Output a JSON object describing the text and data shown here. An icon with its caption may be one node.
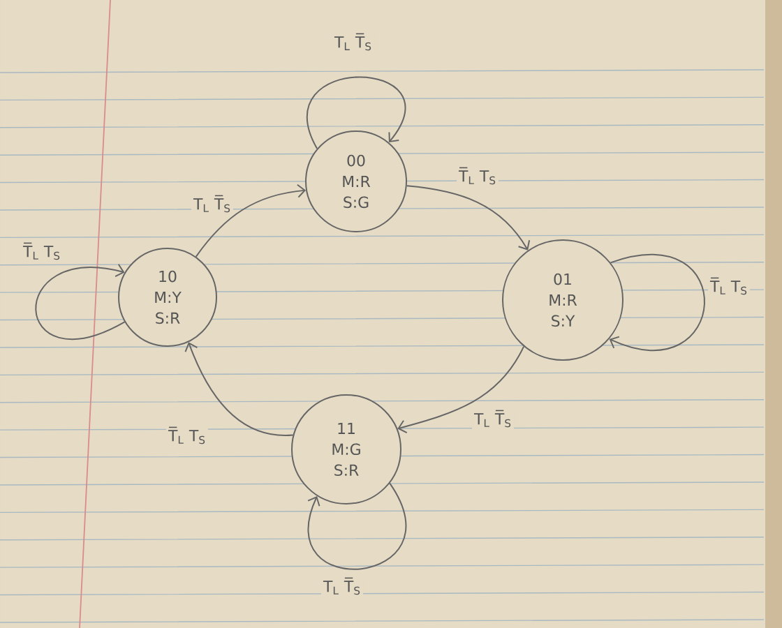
{
  "diagram": {
    "nodes": [
      {
        "text": [
          "00",
          "M:R",
          "S:G"
        ]
      },
      {
        "text": [
          "10",
          "M:Y",
          "S:R"
        ]
      },
      {
        "text": [
          "01",
          "M:R",
          "S:Y"
        ]
      },
      {
        "text": [
          "11",
          "M:G",
          "S:R"
        ]
      }
    ],
    "edges": [
      {
        "from": 0,
        "to": 0,
        "arrow": "to",
        "label": "T$_{L}$ T̅$_{S}$"
      },
      {
        "from": 0,
        "to": 2,
        "arrow": "to",
        "label": "T̅$_{L}$ T$_{S}$"
      },
      {
        "from": 2,
        "to": 2,
        "arrow": "to",
        "label": "T̅$_{L}$ T$_{S}$"
      },
      {
        "from": 2,
        "to": 3,
        "arrow": "to",
        "label": "T$_{L}$ T̅$_{S}$"
      },
      {
        "from": 3,
        "to": 1,
        "arrow": "to",
        "label": "T̅$_{L}$ T$_{S}$"
      },
      {
        "from": 3,
        "to": 3,
        "arrow": "to",
        "label": "T$_{L}$ T̅$_{S}$"
      },
      {
        "from": 1,
        "to": 1,
        "arrow": "to",
        "label": "T̅$_{L}$ T$_{S}$"
      },
      {
        "from": 1,
        "to": 0,
        "arrow": "to",
        "label": "T$_{L}$ T̅$_{S}$"
      }
    ]
  }
}
